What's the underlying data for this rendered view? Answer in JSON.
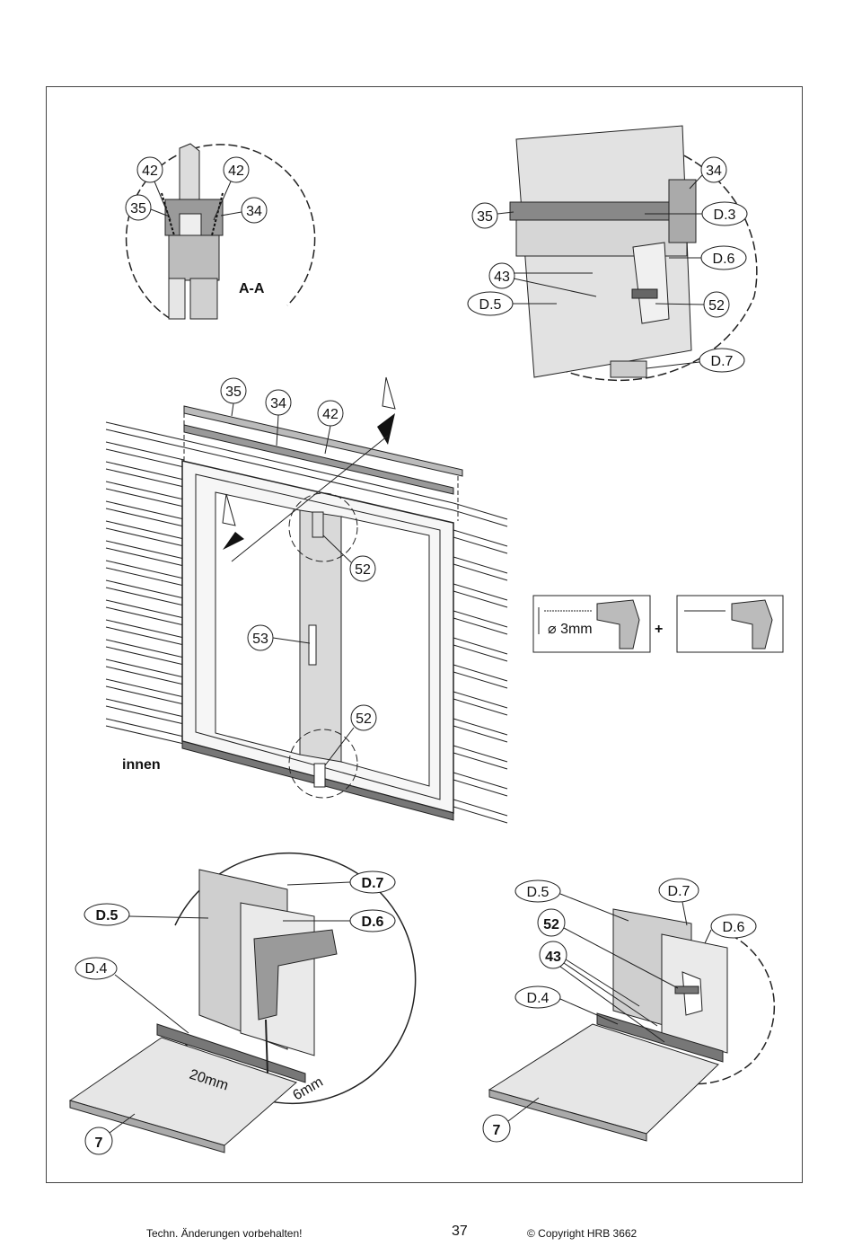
{
  "section_label": "A-A",
  "labels": {
    "p42": "42",
    "p35": "35",
    "p34": "34",
    "p43": "43",
    "p52": "52",
    "p53": "53",
    "p7": "7",
    "d3": "D.3",
    "d4": "D.4",
    "d5": "D.5",
    "d6": "D.6",
    "d7": "D.7"
  },
  "innen": "innen",
  "drill_bit": "⌀ 3mm",
  "plus": "+",
  "dim_20": "20mm",
  "dim_6": "6mm",
  "footer": {
    "left": "Techn. Änderungen vorbehalten!",
    "page": "37",
    "right": "© Copyright HRB 3662"
  }
}
